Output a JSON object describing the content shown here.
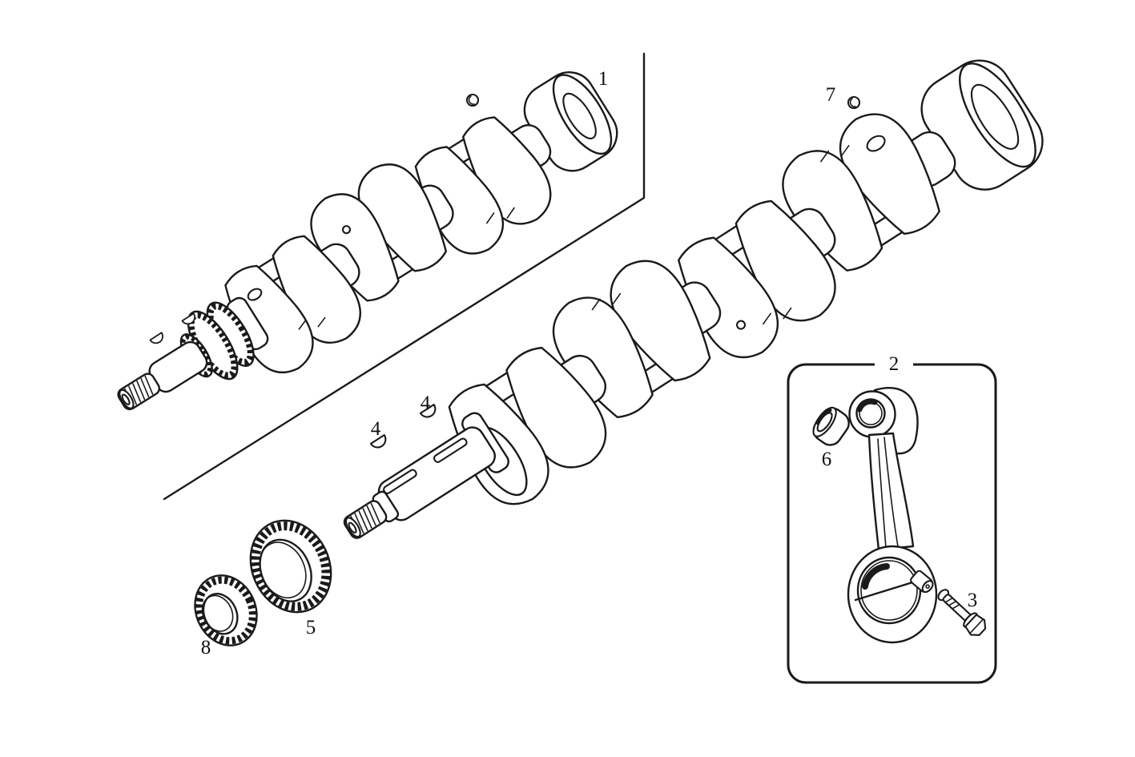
{
  "figure": {
    "background_color": "#ffffff",
    "line_color": "#1a1a1a"
  },
  "callouts": {
    "crankshaft_assembled": {
      "number": "1"
    },
    "connecting_rod": {
      "number": "2"
    },
    "rod_bolt": {
      "number": "3"
    },
    "key_front": {
      "number": "4"
    },
    "key_rear": {
      "number": "4"
    },
    "gear_large": {
      "number": "5"
    },
    "small_end_bushing": {
      "number": "6"
    },
    "plug": {
      "number": "7"
    },
    "gear_small": {
      "number": "8"
    }
  }
}
